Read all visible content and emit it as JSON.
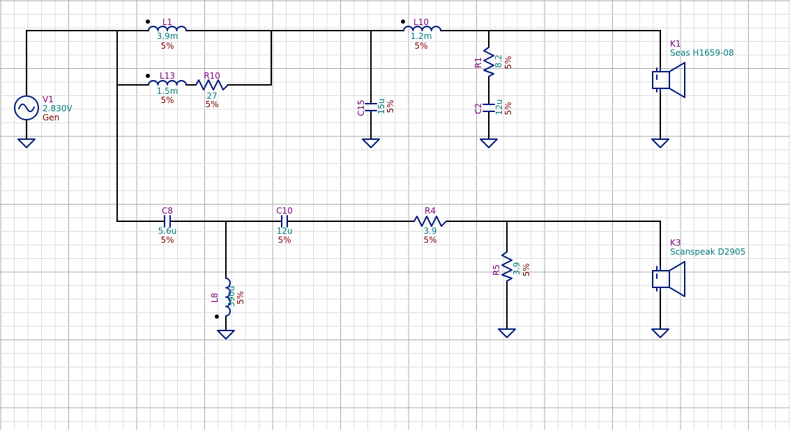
{
  "colors": {
    "background": "#ffffff",
    "grid_minor": "#dcdcdc",
    "grid_major": "#a8a8a8",
    "wire": "#000000",
    "symbol": "#001a7a",
    "ref_label": "#7a007a",
    "value_label": "#007a7a",
    "tolerance_label": "#7a0000"
  },
  "components": {
    "L1": {
      "ref": "L1",
      "value": "3.9m",
      "tol": "5%"
    },
    "L13": {
      "ref": "L13",
      "value": "1.5m",
      "tol": "5%"
    },
    "R10": {
      "ref": "R10",
      "value": "27",
      "tol": "5%"
    },
    "L10": {
      "ref": "L10",
      "value": "1.2m",
      "tol": "5%"
    },
    "C15": {
      "ref": "C15",
      "value": "15u",
      "tol": "5%"
    },
    "R1": {
      "ref": "R1",
      "value": "8.2",
      "tol": "5%"
    },
    "C2": {
      "ref": "C2",
      "value": "12u",
      "tol": "5%"
    },
    "V1": {
      "ref": "V1",
      "value": "2.830V",
      "tol": "Gen"
    },
    "C8": {
      "ref": "C8",
      "value": "5.6u",
      "tol": "5%"
    },
    "C10": {
      "ref": "C10",
      "value": "12u",
      "tol": "5%"
    },
    "R4": {
      "ref": "R4",
      "value": "3.9",
      "tol": "5%"
    },
    "L8": {
      "ref": "L8",
      "value": "390u",
      "tol": "5%"
    },
    "R5": {
      "ref": "R5",
      "value": "3.9",
      "tol": "5%"
    },
    "K1": {
      "ref": "K1",
      "value": "Seas H1659-08"
    },
    "K3": {
      "ref": "K3",
      "value": "Scanspeak D2905"
    }
  }
}
